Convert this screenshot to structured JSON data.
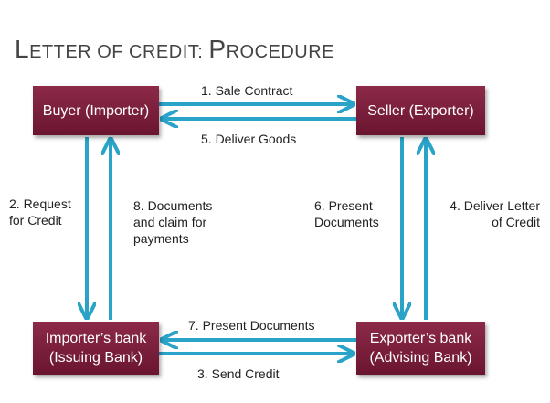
{
  "title": {
    "first_letter": "L",
    "rest_1": "ETTER OF CREDIT",
    "colon": ": ",
    "first_letter_2": "P",
    "rest_2": "ROCEDURE"
  },
  "boxes": {
    "buyer": "Buyer (Importer)",
    "seller": "Seller (Exporter)",
    "importers_bank_line1": "Importer’s bank",
    "importers_bank_line2": "(Issuing Bank)",
    "exporters_bank_line1": "Exporter’s bank",
    "exporters_bank_line2": "(Advising Bank)"
  },
  "steps": {
    "s1": "1. Sale Contract",
    "s2_line1": "2. Request",
    "s2_line2": "for Credit",
    "s3": "3. Send Credit",
    "s4_line1": "4. Deliver Letter",
    "s4_line2": "of Credit",
    "s5": "5. Deliver Goods",
    "s6_line1": "6. Present",
    "s6_line2": "Documents",
    "s7": "7. Present Documents",
    "s8_line1": "8. Documents",
    "s8_line2": "and claim for",
    "s8_line3": "payments"
  },
  "colors": {
    "box": "#7a1f3d",
    "arrow": "#29a3c7",
    "title": "#444444"
  }
}
